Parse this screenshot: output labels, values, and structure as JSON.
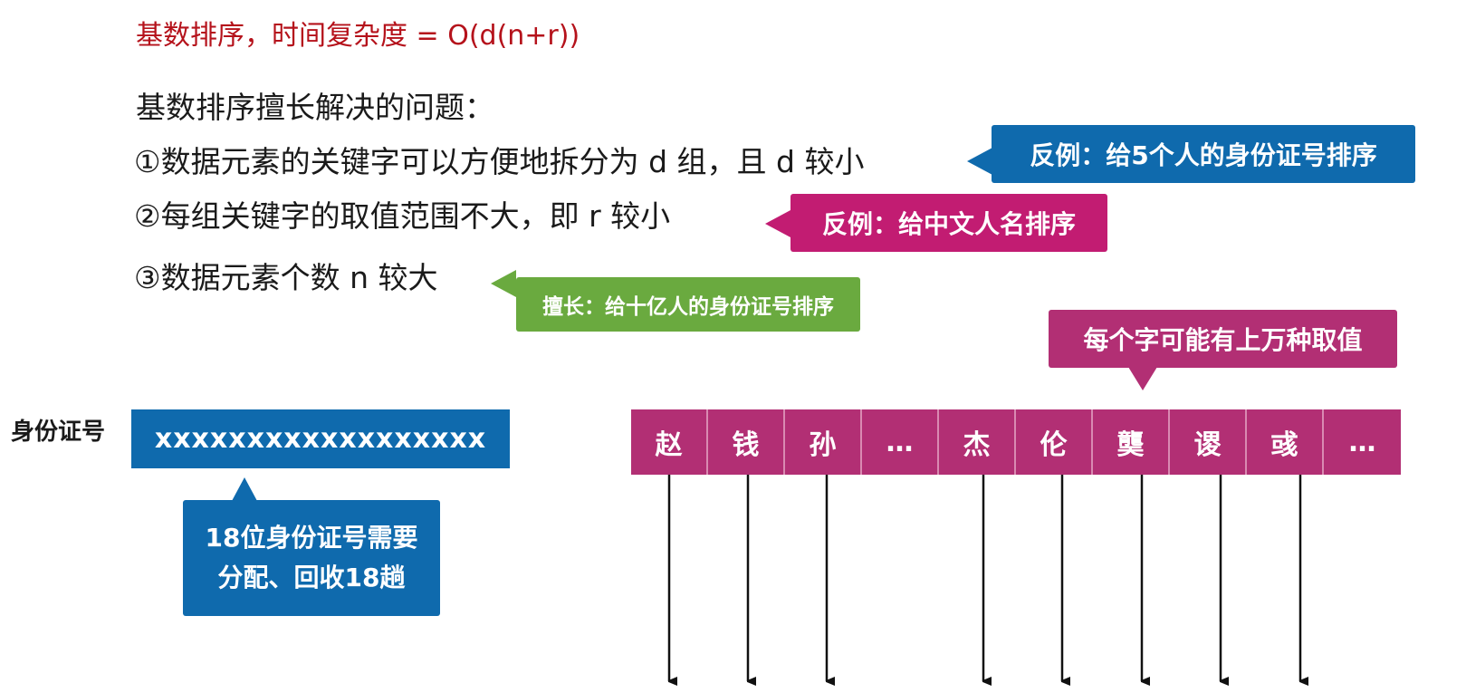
{
  "complexity": "基数排序，时间复杂度 = O(d(n+r))",
  "heading": "基数排序擅长解决的问题：",
  "points": [
    "①数据元素的关键字可以方便地拆分为 d 组，且 d 较小",
    "②每组关键字的取值范围不大，即 r 较小",
    "③数据元素个数 n 较大"
  ],
  "callouts": {
    "counter_example_1": "反例：给5个人的身份证号排序",
    "counter_example_2": "反例：给中文人名排序",
    "good_at": "擅长：给十亿人的身份证号排序",
    "char_values": "每个字可能有上万种取值",
    "id_note_line1": "18位身份证号需要",
    "id_note_line2": "分配、回收18趟"
  },
  "id_label": "身份证号",
  "id_value": "xxxxxxxxxxxxxxxxxx",
  "name_chars": [
    "赵",
    "钱",
    "孙",
    "…",
    "杰",
    "伦",
    "龑",
    "谡",
    "彧",
    "…"
  ],
  "colors": {
    "blue": "#0f6aad",
    "magenta": "#c21c72",
    "green": "#6aaa3f",
    "plum": "#b22f74",
    "red_text": "#b5121b"
  }
}
